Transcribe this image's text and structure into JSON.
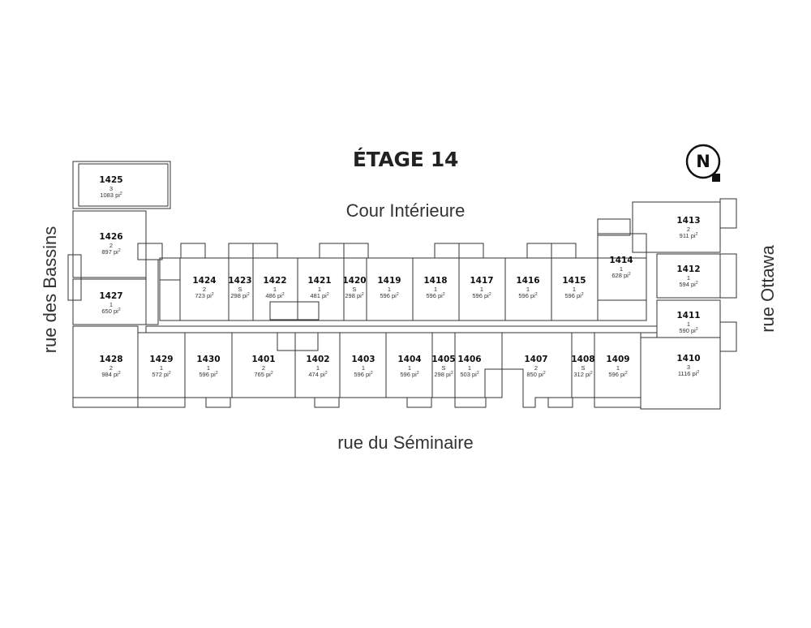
{
  "title": "ÉTAGE 14",
  "compass": "N",
  "streets": {
    "court": "Cour Intérieure",
    "south": "rue du Séminaire",
    "west": "rue des Bassins",
    "east": "rue Ottawa"
  },
  "area_unit": "pi",
  "units": [
    {
      "number": "1425",
      "type": "3",
      "area": "1083"
    },
    {
      "number": "1426",
      "type": "2",
      "area": "897"
    },
    {
      "number": "1427",
      "type": "1",
      "area": "650"
    },
    {
      "number": "1428",
      "type": "2",
      "area": "984"
    },
    {
      "number": "1429",
      "type": "1",
      "area": "572"
    },
    {
      "number": "1430",
      "type": "1",
      "area": "596"
    },
    {
      "number": "1401",
      "type": "2",
      "area": "765"
    },
    {
      "number": "1402",
      "type": "1",
      "area": "474"
    },
    {
      "number": "1403",
      "type": "1",
      "area": "596"
    },
    {
      "number": "1404",
      "type": "1",
      "area": "596"
    },
    {
      "number": "1405",
      "type": "S",
      "area": "298"
    },
    {
      "number": "1406",
      "type": "1",
      "area": "503"
    },
    {
      "number": "1407",
      "type": "2",
      "area": "850"
    },
    {
      "number": "1408",
      "type": "S",
      "area": "312"
    },
    {
      "number": "1409",
      "type": "1",
      "area": "596"
    },
    {
      "number": "1410",
      "type": "3",
      "area": "1116"
    },
    {
      "number": "1411",
      "type": "1",
      "area": "590"
    },
    {
      "number": "1412",
      "type": "1",
      "area": "594"
    },
    {
      "number": "1413",
      "type": "2",
      "area": "911"
    },
    {
      "number": "1414",
      "type": "1",
      "area": "628"
    },
    {
      "number": "1415",
      "type": "1",
      "area": "596"
    },
    {
      "number": "1416",
      "type": "1",
      "area": "596"
    },
    {
      "number": "1417",
      "type": "1",
      "area": "596"
    },
    {
      "number": "1418",
      "type": "1",
      "area": "596"
    },
    {
      "number": "1419",
      "type": "1",
      "area": "596"
    },
    {
      "number": "1420",
      "type": "S",
      "area": "298"
    },
    {
      "number": "1421",
      "type": "1",
      "area": "481"
    },
    {
      "number": "1422",
      "type": "1",
      "area": "486"
    },
    {
      "number": "1423",
      "type": "S",
      "area": "298"
    },
    {
      "number": "1424",
      "type": "2",
      "area": "723"
    }
  ]
}
